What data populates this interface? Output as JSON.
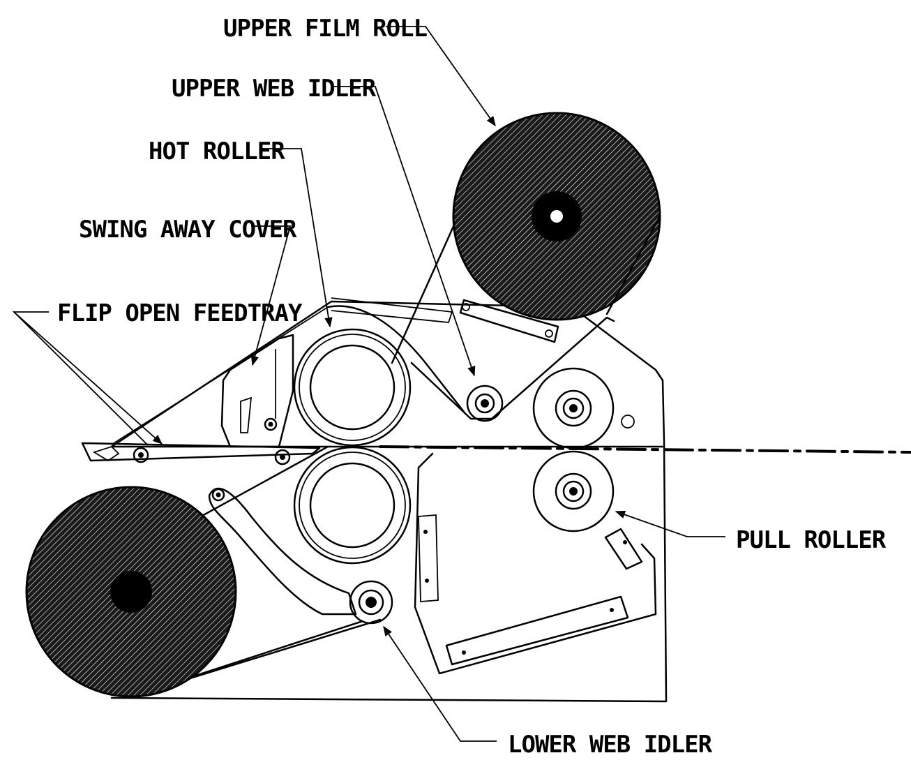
{
  "labels": {
    "upper_film_roll": "UPPER FILM ROLL",
    "upper_web_idler": "UPPER WEB IDLER",
    "hot_roller": "HOT ROLLER",
    "swing_away_cover": "SWING AWAY COVER",
    "flip_open_feedtray": "FLIP OPEN FEEDTRAY",
    "pull_roller": "PULL ROLLER",
    "lower_web_idler": "LOWER WEB IDLER"
  },
  "colors": {
    "ink": "#000000",
    "background": "#ffffff"
  }
}
